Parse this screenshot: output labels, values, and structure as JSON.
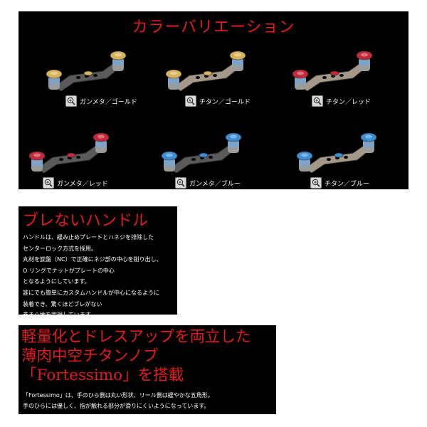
{
  "variation": {
    "title": "カラーバリエーション",
    "products": [
      {
        "label": "ガンメタ／ゴールド",
        "arm": "gunmetal",
        "knob": "gold",
        "nut": "gold"
      },
      {
        "label": "チタン／ゴールド",
        "arm": "titanium",
        "knob": "gold",
        "nut": "gold"
      },
      {
        "label": "チタン／レッド",
        "arm": "titanium",
        "knob": "red",
        "nut": "red"
      },
      {
        "label": "ガンメタ／レッド",
        "arm": "gunmetal",
        "knob": "red",
        "nut": "red"
      },
      {
        "label": "ガンメタ／ブルー",
        "arm": "gunmetal",
        "knob": "blue",
        "nut": "blue"
      },
      {
        "label": "チタン／ブルー",
        "arm": "titanium",
        "knob": "blue",
        "nut": "blue"
      }
    ],
    "zoom_icon": "magnifier-plus-icon"
  },
  "stable_handle": {
    "heading": "ブレないハンドル",
    "lines": [
      "ハンドルは、緩み止めプレートとハネジを排除した",
      "センターロック方式を採用。",
      "丸材を旋盤（NC）で正確にネジ部の中心を削り出し、",
      "O リングでナットがプレートの中心",
      "となるようにしています。",
      "誰にでも簡単にカスタムハンドルが中心になるように",
      "装着でき、驚くほどブレがない",
      "巻き心地を実現しています。"
    ]
  },
  "fortessimo": {
    "heading_lines": [
      "軽量化とドレスアップを両立した",
      "薄肉中空チタンノブ",
      "「Fortessimo」を搭載"
    ],
    "lines": [
      "「Fortessimo」は、手のひら側は丸い形状、リール側は緩やかな五角形。",
      "手のひらには優しく、指が触れる部分が滑りにくいようになっています。"
    ]
  },
  "colors": {
    "accent_red": "#e41b1b",
    "panel_bg": "#000000",
    "gunmetal": "#5a5a5c",
    "titanium": "#a59888",
    "gold": "#d8b25a",
    "red": "#c4283a",
    "blue": "#3c8ed4",
    "burnt_titanium": "#7fa3c6"
  }
}
